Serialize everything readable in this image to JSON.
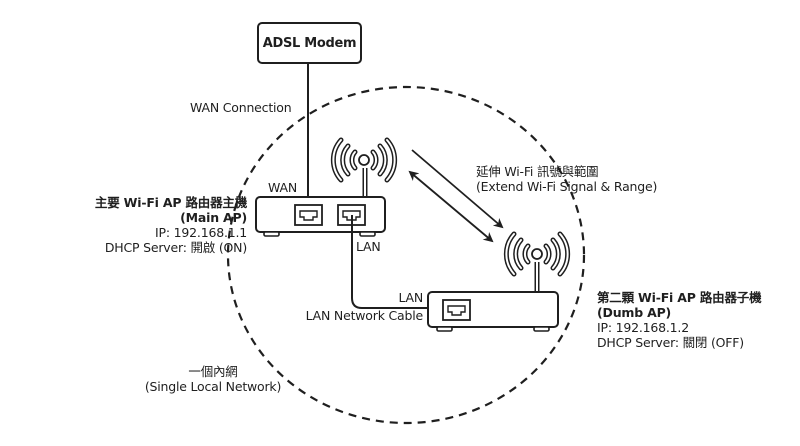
{
  "modem": {
    "label": "ADSL Modem"
  },
  "wan_connection": {
    "label": "WAN Connection"
  },
  "main_ap": {
    "port_wan_label": "WAN",
    "port_lan_label": "LAN",
    "title": "主要 Wi-Fi AP 路由器主機",
    "subtitle": "(Main AP)",
    "ip": "IP: 192.168.1.1",
    "dhcp": "DHCP Server: 開啟 (ON)"
  },
  "extend": {
    "label_zh": "延伸 Wi-Fi 訊號與範圍",
    "label_en": "(Extend Wi-Fi Signal & Range)"
  },
  "dumb_ap": {
    "port_lan_label": "LAN",
    "cable_label": "LAN Network Cable",
    "title": "第二顆 Wi-Fi AP 路由器子機",
    "subtitle": "(Dumb AP)",
    "ip": "IP: 192.168.1.2",
    "dhcp": "DHCP Server: 關閉 (OFF)"
  },
  "network": {
    "label_zh": "一個內網",
    "label_en": "(Single Local Network)"
  },
  "icons": {
    "router": "router-icon",
    "ethernet_port": "ethernet-port-icon",
    "wifi_signal": "wifi-signal-icon",
    "arrow": "double-arrow-icon"
  },
  "colors": {
    "stroke": "#1f1f1f",
    "background": "#ffffff"
  }
}
